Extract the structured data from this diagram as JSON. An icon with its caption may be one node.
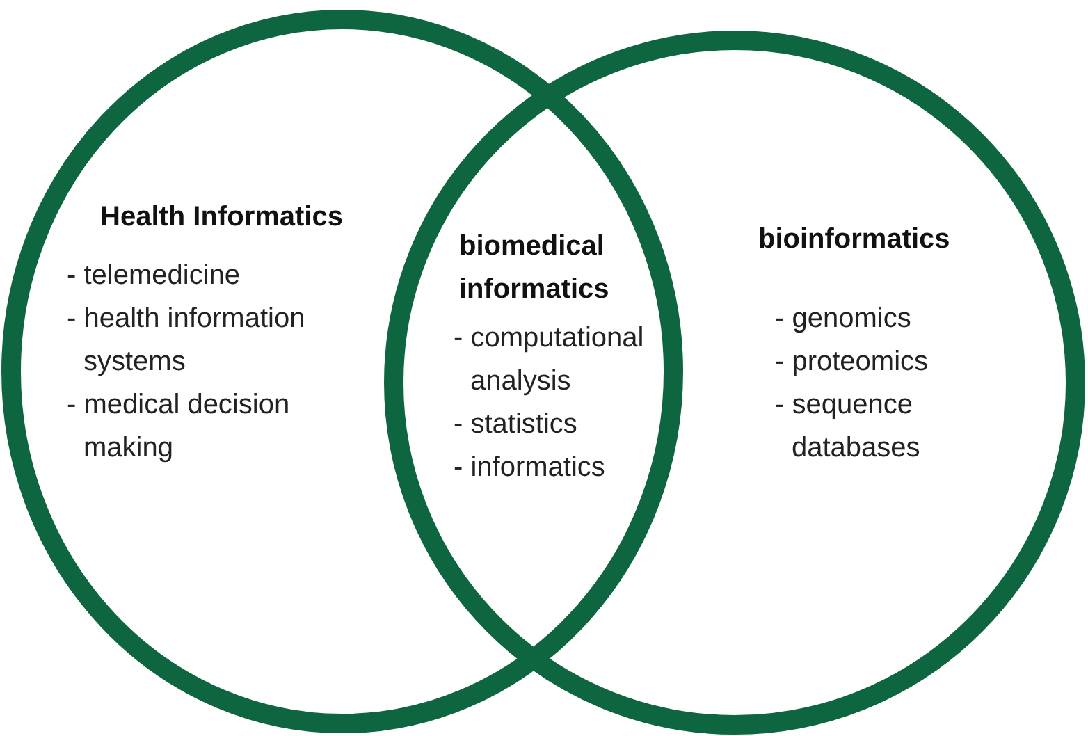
{
  "diagram": {
    "nodes": [
      {
        "text": [
          "Health Informatics",
          "- telemedicine",
          "- health information systems",
          "- medical decision making"
        ]
      },
      {
        "text": [
          "bioinformatics",
          "- genomics",
          "- proteomics",
          "- sequence databases"
        ]
      },
      {
        "text": [
          "biomedical informatics",
          "- computational analysis",
          "- statistics",
          "- informatics"
        ]
      }
    ]
  }
}
